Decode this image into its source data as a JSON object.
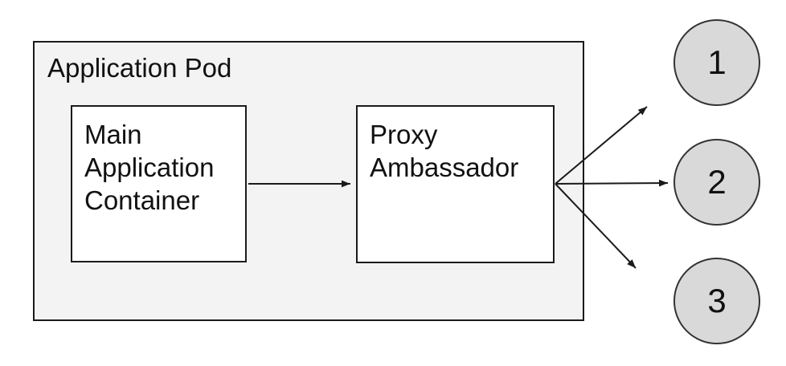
{
  "diagram": {
    "pod": {
      "label": "Application Pod"
    },
    "nodes": {
      "main": {
        "lines": [
          "Main",
          "Application",
          "Container"
        ]
      },
      "proxy": {
        "lines": [
          "Proxy",
          "Ambassador"
        ]
      }
    },
    "endpoints": [
      {
        "label": "1"
      },
      {
        "label": "2"
      },
      {
        "label": "3"
      }
    ],
    "edges": [
      {
        "from": "main-application-container",
        "to": "proxy-ambassador",
        "arrow": "end"
      },
      {
        "from": "proxy-ambassador",
        "to": "endpoint-1",
        "arrow": "end"
      },
      {
        "from": "proxy-ambassador",
        "to": "endpoint-2",
        "arrow": "end"
      },
      {
        "from": "proxy-ambassador",
        "to": "endpoint-3",
        "arrow": "end"
      }
    ]
  },
  "colors": {
    "pod_fill": "#f3f3f3",
    "node_fill": "#ffffff",
    "endpoint_fill": "#d9d9d9",
    "endpoint_stroke": "#333333",
    "stroke": "#1a1a1a"
  }
}
